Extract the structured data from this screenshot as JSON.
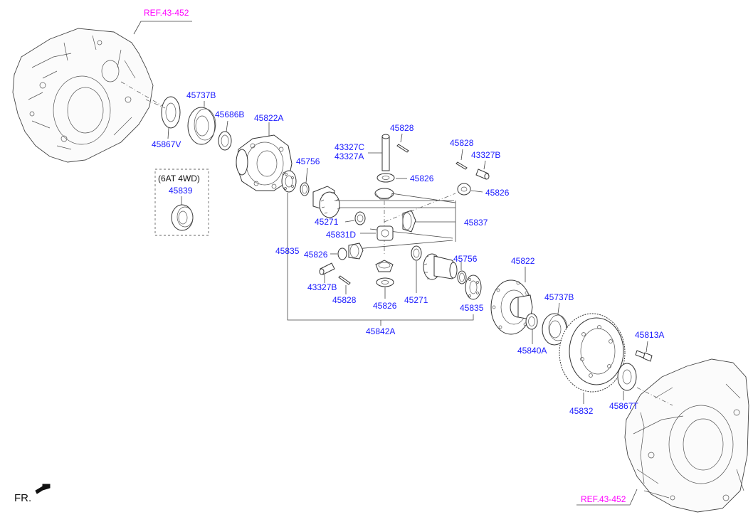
{
  "refs": {
    "top": "REF.43-452",
    "bottom": "REF.43-452"
  },
  "option_box": {
    "title": "(6AT 4WD)",
    "part": "45839"
  },
  "direction": {
    "label": "FR.",
    "icon": "arrow-icon"
  },
  "parts": {
    "p45737B_top": "45737B",
    "p45686B": "45686B",
    "p45822A": "45822A",
    "p45867V": "45867V",
    "p45756_top": "45756",
    "p45828_a": "45828",
    "p43327C": "43327C",
    "p43327A": "43327A",
    "p45826_a": "45826",
    "p45828_b": "45828",
    "p43327B_a": "43327B",
    "p45826_b": "45826",
    "p45271_a": "45271",
    "p45831D": "45831D",
    "p45837": "45837",
    "p45835_a": "45835",
    "p45826_c": "45826",
    "p45756_b": "45756",
    "p45271_b": "45271",
    "p43327B_b": "43327B",
    "p45828_c": "45828",
    "p45826_d": "45826",
    "p45835_b": "45835",
    "p45842A": "45842A",
    "p45822": "45822",
    "p45737B_b": "45737B",
    "p45840A": "45840A",
    "p45813A": "45813A",
    "p45832": "45832",
    "p45867T": "45867T"
  },
  "colors": {
    "part_label": "#1a1aff",
    "ref_label": "#ff00ff",
    "line": "#333333"
  }
}
